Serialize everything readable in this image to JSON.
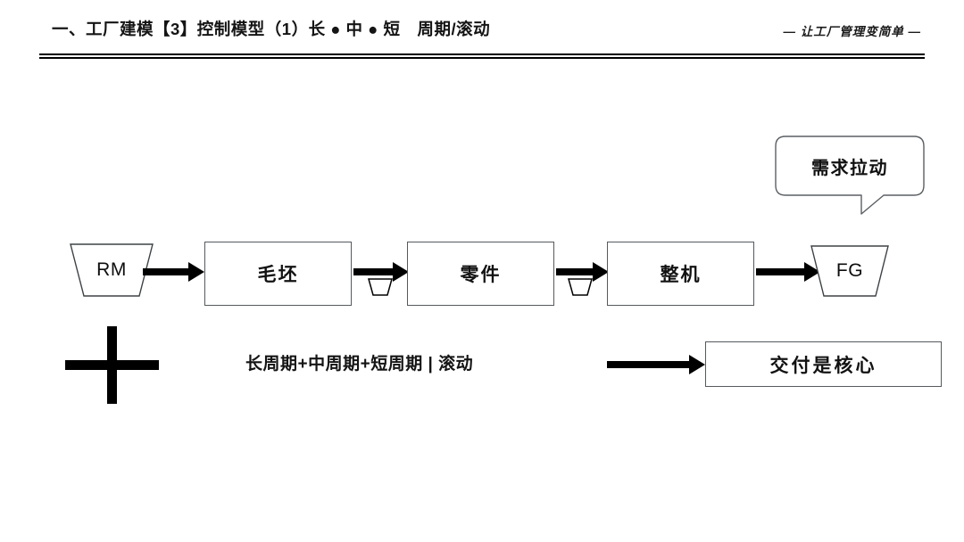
{
  "header": {
    "title": "一、工厂建模【3】控制模型（1）长 ● 中 ● 短　周期/滚动",
    "tagline": "— 让工厂管理变简单 —"
  },
  "callout": {
    "text": "需求拉动"
  },
  "flow": {
    "start_store": {
      "label": "RM",
      "name": "raw-material-store"
    },
    "end_store": {
      "label": "FG",
      "name": "finished-goods-store"
    },
    "steps": [
      {
        "label": "毛坯"
      },
      {
        "label": "零件"
      },
      {
        "label": "整机"
      }
    ]
  },
  "bottom": {
    "plus_symbol": "+",
    "cycle_caption": "长周期+中周期+短周期 | 滚动",
    "core_box_label": "交付是核心"
  },
  "colors": {
    "background": "#ffffff",
    "line": "#000000",
    "box_border": "#555a5e",
    "text": "#121212"
  }
}
